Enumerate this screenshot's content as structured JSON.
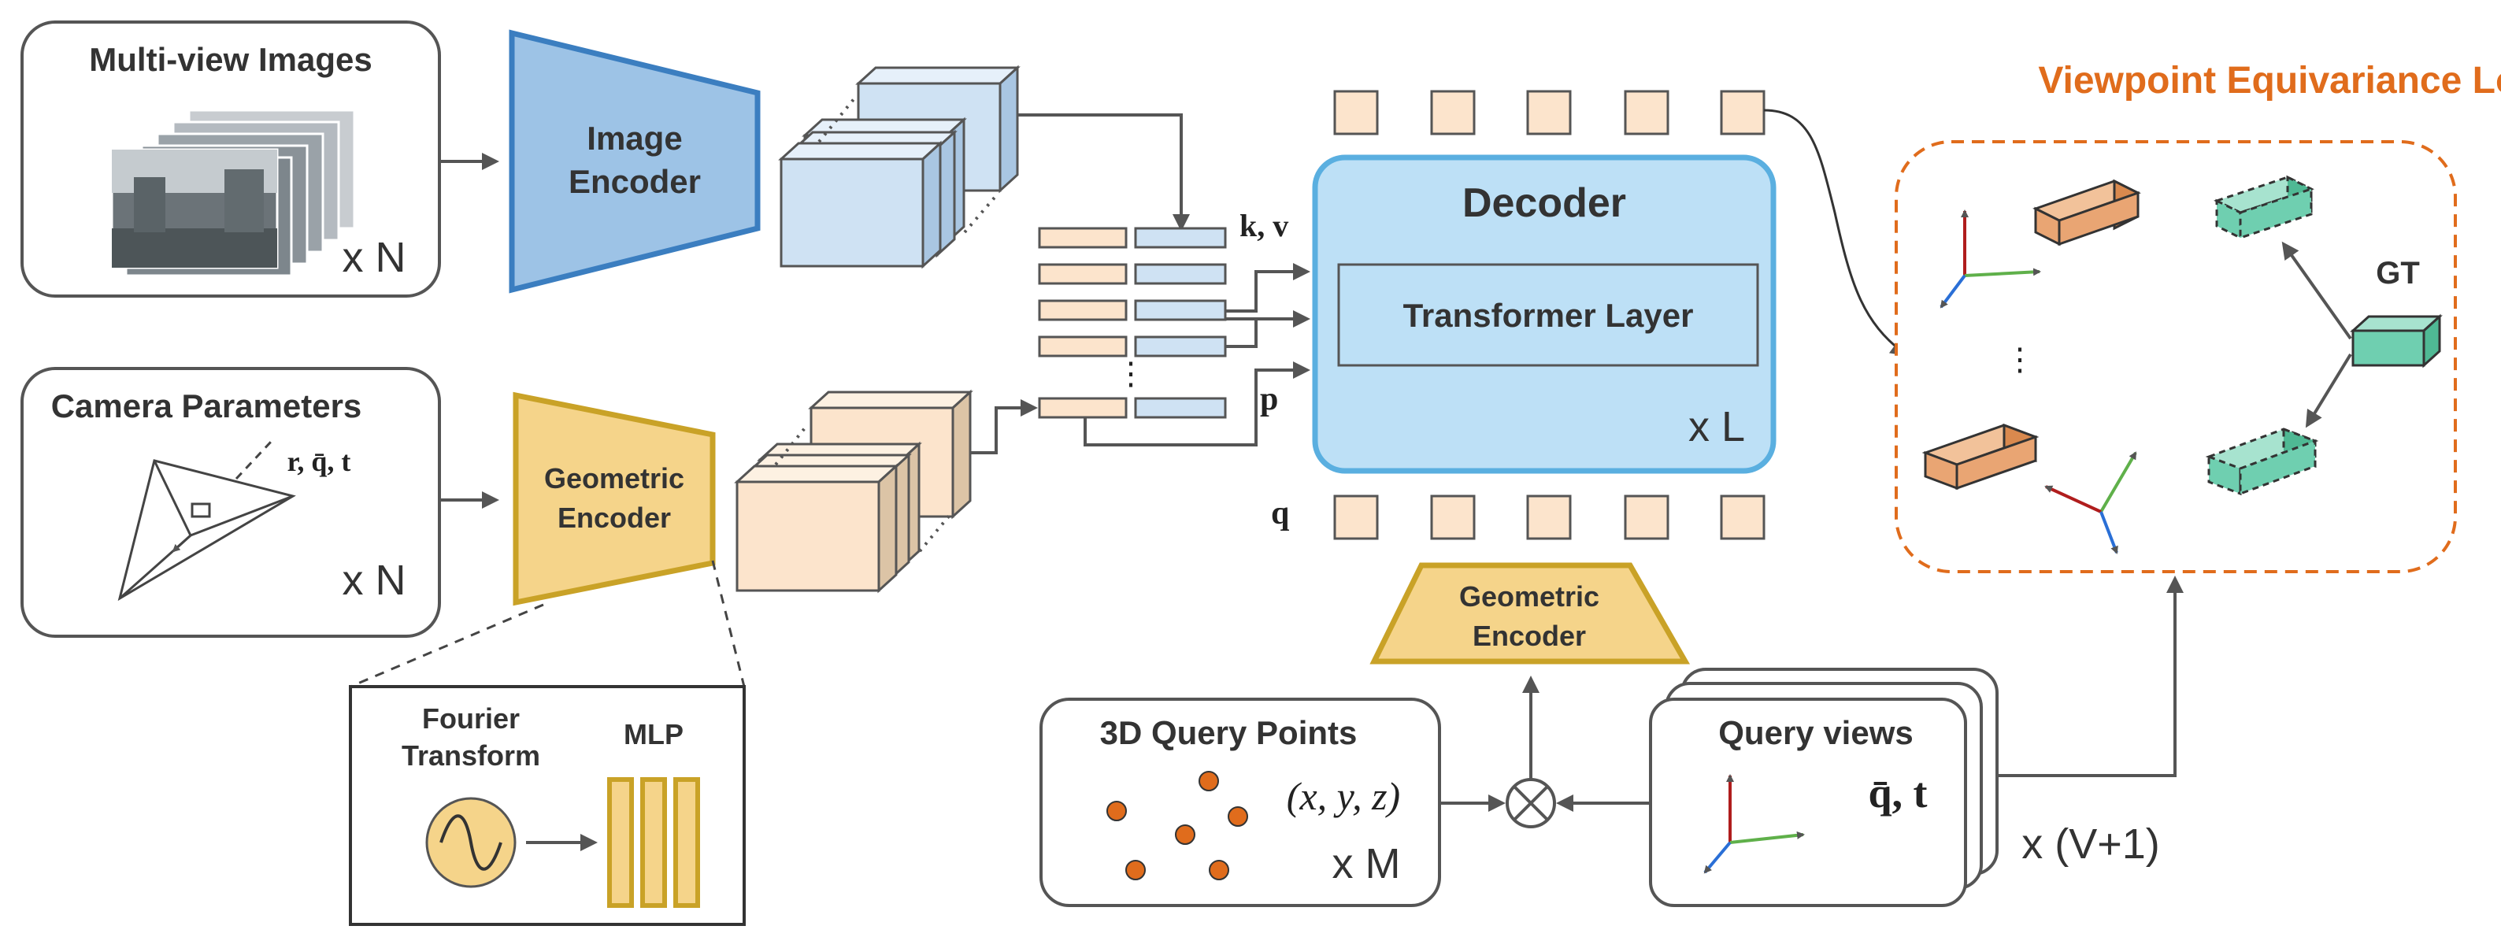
{
  "multiview": {
    "title": "Multi-view Images",
    "mult": "x N"
  },
  "image_encoder": {
    "line1": "Image",
    "line2": "Encoder"
  },
  "camera": {
    "title": "Camera Parameters",
    "params": "r, q̄, t",
    "mult": "x N"
  },
  "geo_encoder": {
    "line1": "Geometric",
    "line2": "Encoder"
  },
  "fourier": {
    "line1": "Fourier",
    "line2": "Transform",
    "mlp": "MLP"
  },
  "tokens": {
    "kv": "k, v",
    "p": "p",
    "q": "q",
    "dots": "⋮"
  },
  "decoder": {
    "title": "Decoder",
    "layer": "Transformer Layer",
    "mult": "x L"
  },
  "geo_encoder2": {
    "line1": "Geometric",
    "line2": "Encoder"
  },
  "query_points": {
    "title": "3D Query Points",
    "coords": "(x, y, z)",
    "mult": "x M"
  },
  "query_views": {
    "title": "Query views",
    "params": "q̄, t",
    "mult": "x (V+1)"
  },
  "loss": {
    "title": "Viewpoint Equivariance Loss",
    "gt": "GT",
    "dots": "⋮"
  },
  "colors": {
    "image_encoder": "#9dc3e6",
    "image_encoder_edge": "#3b7ec0",
    "geo_encoder": "#f5d48a",
    "geo_encoder_edge": "#c9a227",
    "decoder_fill": "#bde0f6",
    "decoder_edge": "#5aafe0",
    "token_orange": "#fce4cc",
    "token_blue": "#cfe2f3",
    "loss_title": "#e06c1c",
    "box_teal": "#6fcfb0",
    "box_orange": "#e9a573",
    "dot": "#e06c1c"
  }
}
